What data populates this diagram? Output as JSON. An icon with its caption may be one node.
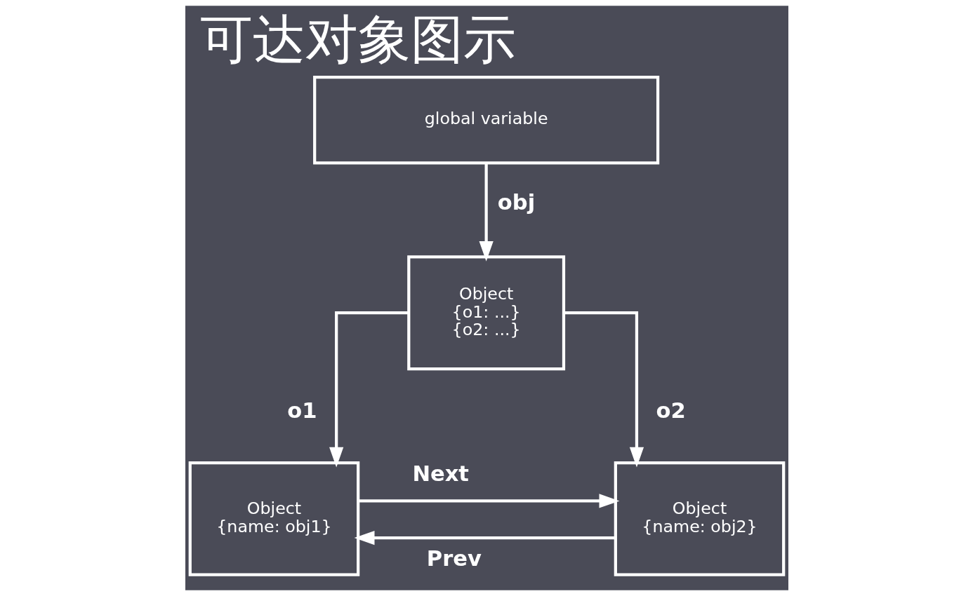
{
  "diagram": {
    "title": "可达对象图示",
    "nodes": [
      {
        "text": [
          "global variable"
        ]
      },
      {
        "text": [
          "Object",
          "{o1: ...}",
          "{o2: ...}"
        ]
      },
      {
        "text": [
          "Object",
          "{name: obj1}"
        ]
      },
      {
        "text": [
          "Object",
          "{name: obj2}"
        ]
      }
    ],
    "edges": [
      {
        "from": 0,
        "to": 1,
        "arrow": "to",
        "label": "obj"
      },
      {
        "from": 1,
        "to": 2,
        "arrow": "to",
        "label": "o1"
      },
      {
        "from": 1,
        "to": 3,
        "arrow": "to",
        "label": "o2"
      },
      {
        "from": 2,
        "to": 3,
        "arrow": "to",
        "label": "Next"
      },
      {
        "from": 3,
        "to": 2,
        "arrow": "to",
        "label": "Prev"
      }
    ]
  }
}
